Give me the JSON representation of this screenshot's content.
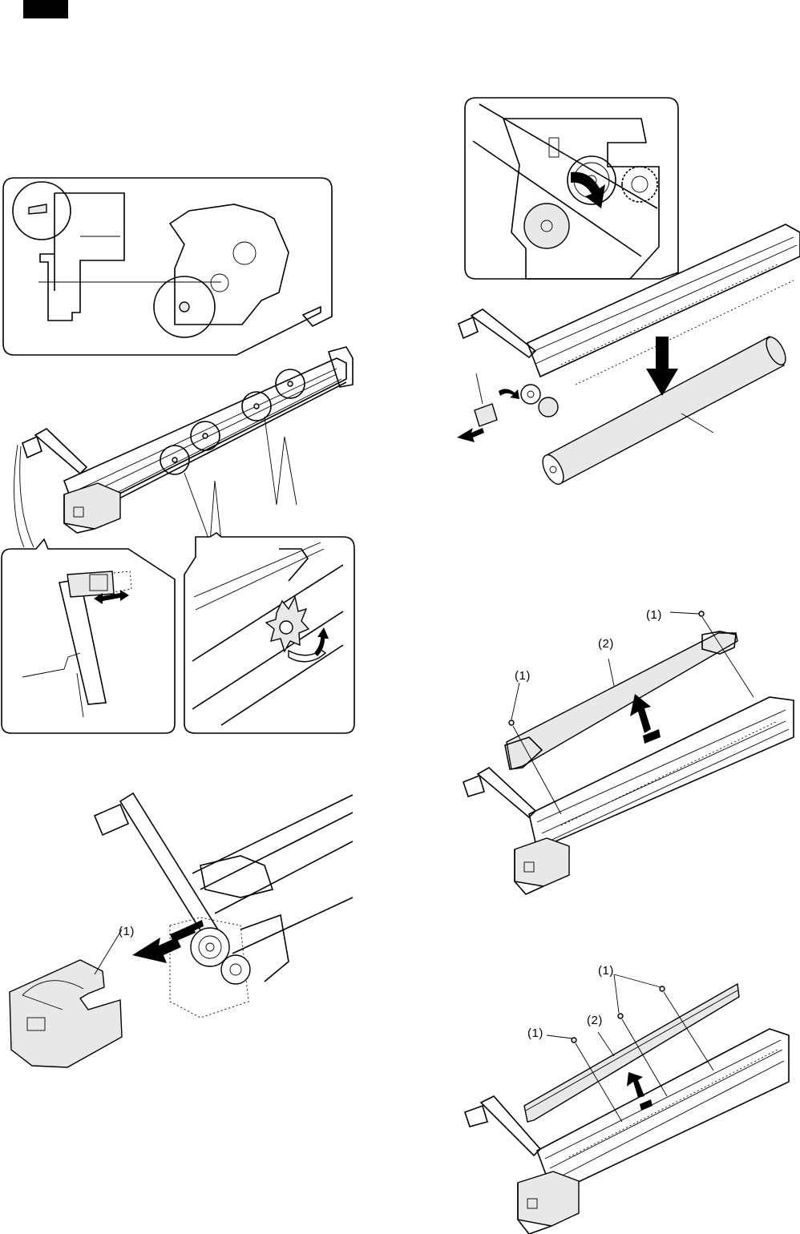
{
  "page": {
    "section_tab_color": "#000000"
  },
  "figures": {
    "fig_a": {
      "name": "drum-unit-screw-locations",
      "callouts": []
    },
    "fig_b": {
      "name": "drum-removal",
      "callouts": []
    },
    "fig_c": {
      "name": "side-cover-removal",
      "callouts": [
        {
          "text": "(1)"
        }
      ]
    },
    "fig_d": {
      "name": "charger-unit-removal",
      "callouts": [
        {
          "text": "(1)"
        },
        {
          "text": "(2)"
        },
        {
          "text": "(1)"
        }
      ]
    },
    "fig_e": {
      "name": "cleaning-blade-removal",
      "callouts": [
        {
          "text": "(1)"
        },
        {
          "text": "(2)"
        },
        {
          "text": "(1)"
        }
      ]
    }
  }
}
